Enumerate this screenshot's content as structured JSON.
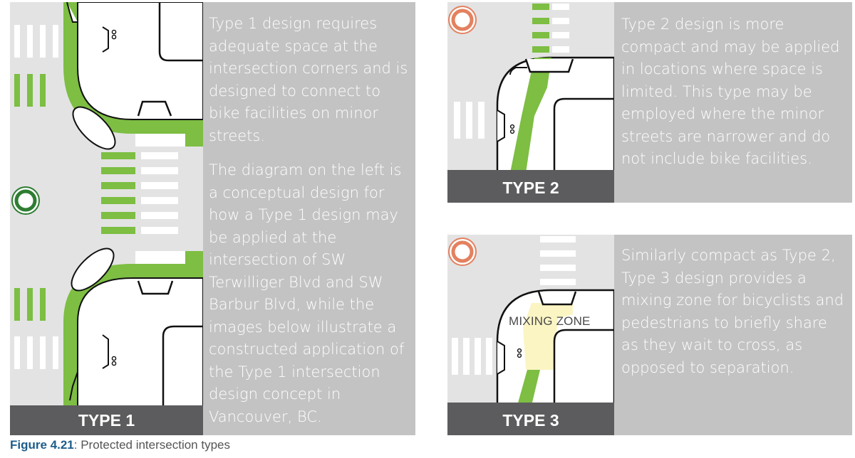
{
  "panels": {
    "type1": {
      "label": "TYPE 1",
      "description": [
        "Type 1 design requires adequate space at the intersection corners and is designed to connect to bike facilities on minor streets.",
        "The diagram on the left is a conceptual design for how a Type 1 design may be applied at the intersection of SW Terwilliger Blvd and SW Barbur Blvd, while the images below illustrate a constructed application of the Type 1 intersection design concept in Vancouver, BC."
      ]
    },
    "type2": {
      "label": "TYPE 2",
      "description": "Type 2 design is more compact and may be applied in locations where space is limited. This type may be employed where the minor streets are narrower and do not include bike facilities."
    },
    "type3": {
      "label": "TYPE 3",
      "zone_label": "MIXING ZONE",
      "description": "Similarly compact as Type 2, Type 3 design provides a mixing zone for bicyclists and pedestrians to briefly share as they wait to cross, as opposed to separation."
    }
  },
  "caption": {
    "figure": "Figure 4.21",
    "text": ": Protected intersection types"
  },
  "colors": {
    "bike_lane_green": "#7dbe43",
    "marker_type1": "#2e7d32",
    "marker_type2_3": "#e3815f",
    "label_bar": "#5c5c5e",
    "text_panel": "#c3c3c3",
    "mixing_zone": "#fbf5c4"
  },
  "icons": [
    "bike-symbol-icon",
    "green-circle-marker-icon",
    "orange-circle-marker-icon"
  ]
}
